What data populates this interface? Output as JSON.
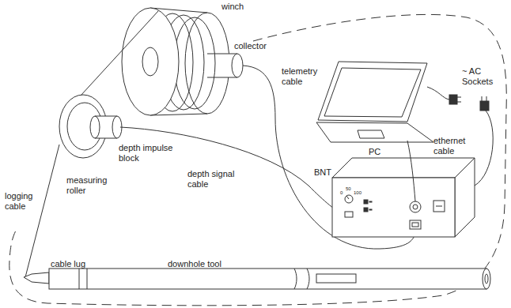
{
  "diagram": {
    "labels": [
      "winch",
      "collector",
      "telemetry cable",
      "~ AC Sockets",
      "PC",
      "ethernet cable",
      "BNT",
      "0",
      "50",
      "100",
      "depth impulse block",
      "measuring roller",
      "depth signal cable",
      "logging cable",
      "cable lug",
      "downhole tool"
    ]
  }
}
